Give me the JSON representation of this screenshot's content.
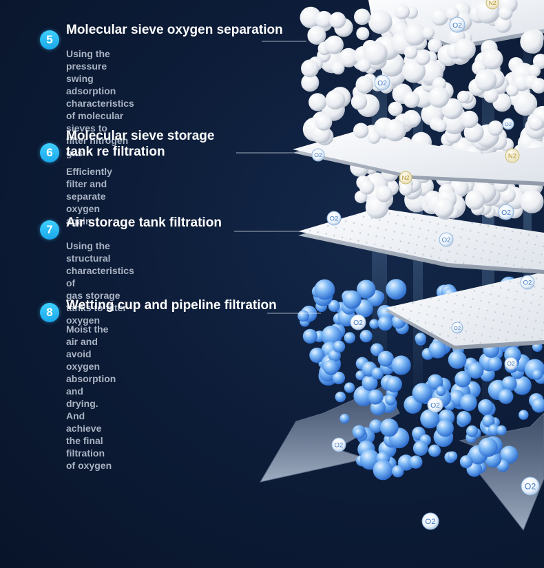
{
  "steps": [
    {
      "number": "5",
      "title_lines": [
        "Molecular sieve oxygen separation"
      ],
      "desc_lines": [
        "Using the pressure swing adsorption",
        "characteristics of molecular sieves to",
        "filter nitrogen gas"
      ]
    },
    {
      "number": "6",
      "title_lines": [
        "Molecular sieve storage",
        "tank re filtration"
      ],
      "desc_lines": [
        "Efficiently filter and separate oxygen again"
      ]
    },
    {
      "number": "7",
      "title_lines": [
        "Air storage tank filtration"
      ],
      "desc_lines": [
        "Using the structural characteristics of",
        "gas storage tanks to filter oxygen"
      ]
    },
    {
      "number": "8",
      "title_lines": [
        "Wetting cup and pipeline filtration"
      ],
      "desc_lines": [
        "Moist the air and avoid oxygen",
        "absorption and drying. And achieve",
        "the final filtration of oxygen"
      ]
    }
  ],
  "molecule_labels": {
    "oxygen": "O2",
    "nitrogen": "N2"
  },
  "colors": {
    "background": "#0c1b36",
    "badge": "#1aa7ea",
    "title": "#ffffff",
    "description": "#a9b3c3",
    "sieve_bead": "#f2f4f7",
    "water_bead": "#5aa2ee",
    "arrow": "#8a9bb3"
  }
}
